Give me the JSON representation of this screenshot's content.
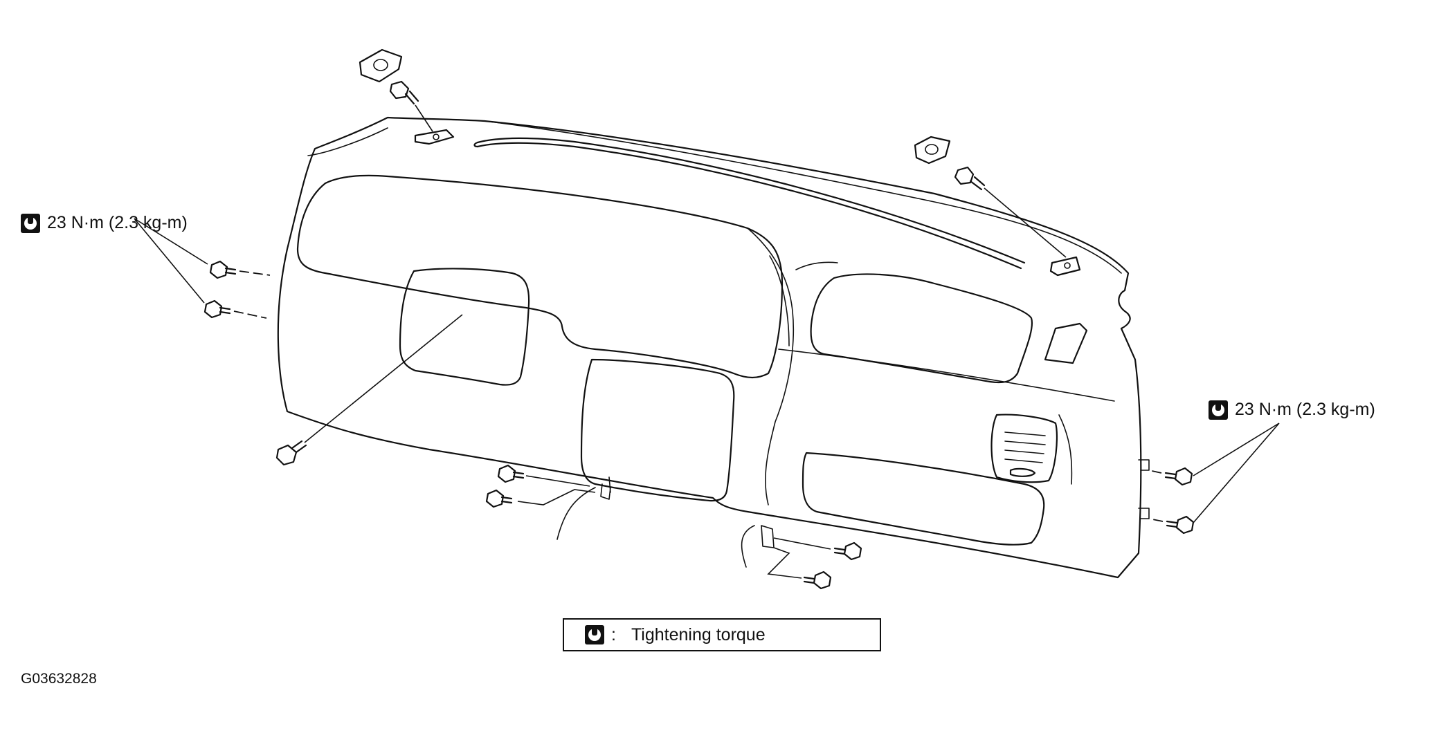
{
  "diagram": {
    "label_left_torque": "23 N·m (2.3 kg-m)",
    "label_right_torque": "23 N·m (2.3 kg-m)",
    "legend": {
      "separator": ":",
      "text": "Tightening torque"
    },
    "figure_code": "G03632828",
    "icons": {
      "torque": "torque-wrench-icon",
      "bolt": "bolt-icon",
      "clip": "clip-icon"
    }
  }
}
